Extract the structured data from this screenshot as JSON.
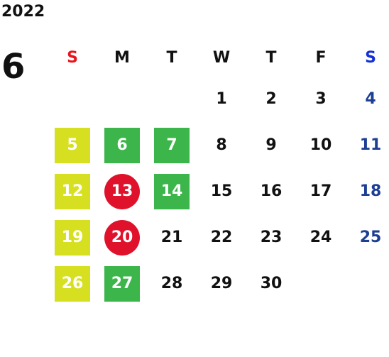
{
  "calendar": {
    "year": "2022",
    "month": "6",
    "weekdays": [
      {
        "label": "S",
        "color": "#e8141b"
      },
      {
        "label": "M",
        "color": "#111111"
      },
      {
        "label": "T",
        "color": "#111111"
      },
      {
        "label": "W",
        "color": "#111111"
      },
      {
        "label": "T",
        "color": "#111111"
      },
      {
        "label": "F",
        "color": "#111111"
      },
      {
        "label": "S",
        "color": "#1330d4"
      }
    ],
    "highlight_colors": {
      "yellow": "#d7e020",
      "green": "#3cb54a",
      "red": "#e0112b",
      "saturday_text": "#1c3f94"
    },
    "weeks": [
      [
        null,
        null,
        null,
        {
          "d": "1"
        },
        {
          "d": "2"
        },
        {
          "d": "3"
        },
        {
          "d": "4"
        }
      ],
      [
        {
          "d": "5",
          "hl": "yellow"
        },
        {
          "d": "6",
          "hl": "green"
        },
        {
          "d": "7",
          "hl": "green"
        },
        {
          "d": "8"
        },
        {
          "d": "9"
        },
        {
          "d": "10"
        },
        {
          "d": "11"
        }
      ],
      [
        {
          "d": "12",
          "hl": "yellow"
        },
        {
          "d": "13",
          "hl": "red"
        },
        {
          "d": "14",
          "hl": "green"
        },
        {
          "d": "15"
        },
        {
          "d": "16"
        },
        {
          "d": "17"
        },
        {
          "d": "18"
        }
      ],
      [
        {
          "d": "19",
          "hl": "yellow"
        },
        {
          "d": "20",
          "hl": "red"
        },
        {
          "d": "21"
        },
        {
          "d": "22"
        },
        {
          "d": "23"
        },
        {
          "d": "24"
        },
        {
          "d": "25"
        }
      ],
      [
        {
          "d": "26",
          "hl": "yellow"
        },
        {
          "d": "27",
          "hl": "green"
        },
        {
          "d": "28"
        },
        {
          "d": "29"
        },
        {
          "d": "30"
        },
        null,
        null
      ]
    ]
  }
}
